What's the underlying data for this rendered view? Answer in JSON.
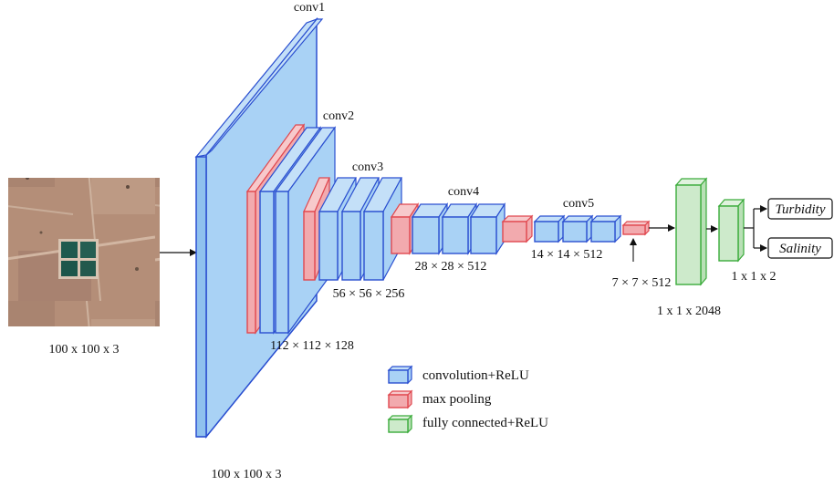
{
  "input": {
    "image_label": "100 x 100 x 3",
    "bottom_label": "100 x 100 x 3"
  },
  "layers": {
    "conv1": "conv1",
    "conv2": "conv2",
    "conv3": "conv3",
    "conv4": "conv4",
    "conv5": "conv5"
  },
  "dims": {
    "d112": "112 × 112 × 128",
    "d56": "56 × 56 × 256",
    "d28": "28 × 28 × 512",
    "d14": "14 × 14 × 512",
    "d7": "7 × 7 × 512",
    "fc1": "1 x 1 x 2048",
    "fc2": "1 x 1 x 2"
  },
  "outputs": [
    "Turbidity",
    "Salinity"
  ],
  "legend": [
    {
      "label": "convolution+ReLU",
      "icon": "blue-box-icon"
    },
    {
      "label": "max pooling",
      "icon": "red-box-icon"
    },
    {
      "label": "fully connected+ReLU",
      "icon": "green-box-icon"
    }
  ],
  "colors": {
    "conv_fill": "#a9d2f5",
    "conv_stroke": "#2a4fd0",
    "pool_fill": "#f2aaae",
    "pool_stroke": "#e0484f",
    "fc_fill": "#cdeacb",
    "fc_stroke": "#3aab3a"
  }
}
